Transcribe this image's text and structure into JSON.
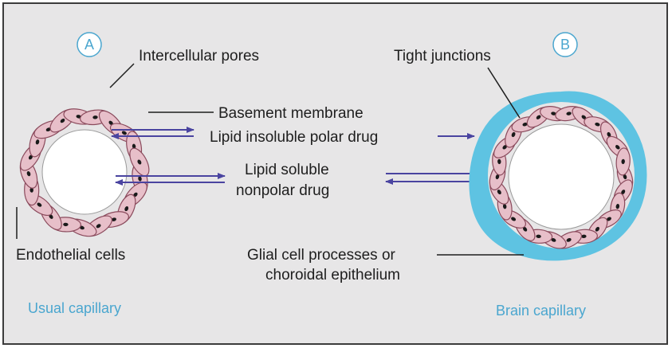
{
  "panel_a": {
    "badge": "A",
    "caption": "Usual capillary",
    "labels": {
      "pores": "Intercellular pores",
      "endothelial": "Endothelial cells"
    }
  },
  "panel_b": {
    "badge": "B",
    "caption": "Brain capillary",
    "labels": {
      "tight": "Tight junctions",
      "glial_line1": "Glial cell processes or",
      "glial_line2": "choroidal epithelium"
    }
  },
  "center_labels": {
    "basement": "Basement membrane",
    "lipid_insoluble": "Lipid insoluble polar drug",
    "lipid_soluble_line1": "Lipid soluble",
    "lipid_soluble_line2": "nonpolar drug"
  },
  "colors": {
    "background": "#e7e6e7",
    "cell_fill": "#e7bfc9",
    "cell_stroke": "#8a4a5c",
    "nucleus": "#1a1a1a",
    "glial": "#5ec3e2",
    "arrow": "#4a44a0",
    "caption": "#4aa6cf"
  }
}
